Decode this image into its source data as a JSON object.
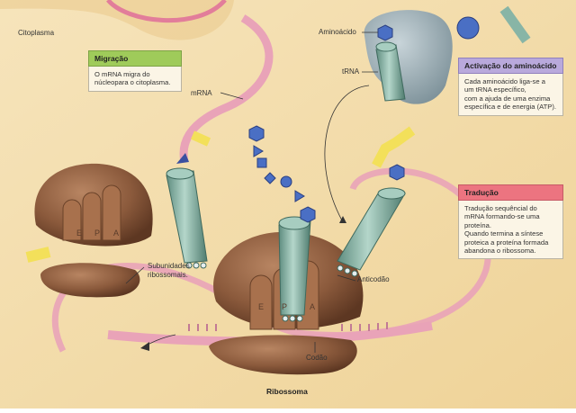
{
  "labels": {
    "citoplasma": "Citoplasma",
    "aminoacido": "Aminoácido",
    "trna": "tRNA",
    "mrna": "mRNA",
    "subunidades": [
      "Subunidades",
      "ribossomais."
    ],
    "anticodao": "Anticodão",
    "codao": "Codão",
    "ribossoma": "Ribossoma"
  },
  "site_letters": {
    "small": [
      "E",
      "P",
      "A"
    ],
    "large": [
      "E",
      "P",
      "A"
    ]
  },
  "boxes": {
    "migracao": {
      "title": "Migração",
      "lines": [
        "O mRNA migra do",
        "núcleopara o citoplasma."
      ],
      "color": "#9fcb5a"
    },
    "activacao": {
      "title": "Activação do aminoácido",
      "lines": [
        "Cada aminoácido liga-se a",
        "um tRNA específico,",
        "com a ajuda de uma enzima",
        "específica e de energia (ATP)."
      ],
      "color": "#b9a9dc"
    },
    "traducao": {
      "title": "Tradução",
      "lines": [
        "Tradução sequêncial do",
        "mRNA formando-se uma",
        "proteína.",
        "Quando termina a síntese",
        "proteica a proteína formada",
        "abandona o ribossoma."
      ],
      "color": "#ec7480"
    }
  },
  "colors": {
    "background": "#f4dfb0",
    "ribosome": "#8b5a3c",
    "trna": "#88b5a6",
    "mrna": "#e9a3b8",
    "amino_acid": "#4a6fc4",
    "enzyme": "#9fb3bb"
  }
}
